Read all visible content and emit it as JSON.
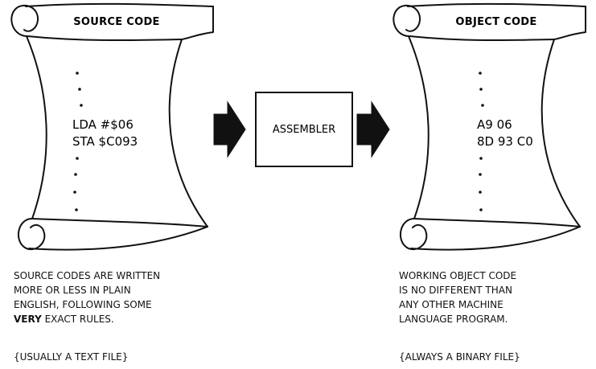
{
  "source": {
    "title": "SOURCE CODE",
    "code_lines": [
      "LDA #$06",
      "STA $C093"
    ],
    "caption_lines": [
      "SOURCE CODES ARE WRITTEN",
      "MORE OR LESS IN PLAIN",
      "ENGLISH, FOLLOWING SOME"
    ],
    "caption_emphasis": "VERY",
    "caption_last": " EXACT RULES.",
    "note": "{USUALLY A TEXT FILE}"
  },
  "assembler": {
    "label": "ASSEMBLER"
  },
  "object": {
    "title": "OBJECT CODE",
    "code_lines": [
      "A9 06",
      "8D 93 C0"
    ],
    "caption_lines": [
      "WORKING OBJECT CODE",
      "IS NO DIFFERENT THAN",
      "ANY OTHER MACHINE",
      "LANGUAGE PROGRAM."
    ],
    "note": "{ALWAYS A BINARY FILE}"
  }
}
